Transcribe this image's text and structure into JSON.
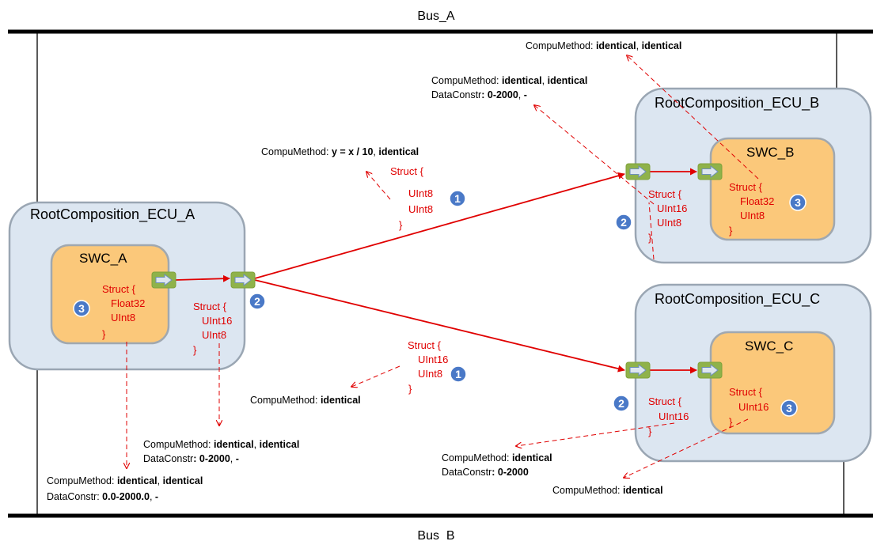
{
  "buses": {
    "top": "Bus_A",
    "bottom": "Bus_B"
  },
  "ecu_a": {
    "title": "RootComposition_ECU_A",
    "swc": {
      "title": "SWC_A",
      "struct": [
        "Struct {",
        "Float32",
        "UInt8",
        "}"
      ],
      "badge": "3"
    },
    "port_struct": [
      "Struct {",
      "UInt16",
      "UInt8",
      "}"
    ],
    "port_badge": "2"
  },
  "ecu_b": {
    "title": "RootComposition_ECU_B",
    "swc": {
      "title": "SWC_B",
      "struct": [
        "Struct {",
        "Float32",
        "UInt8",
        "}"
      ],
      "badge": "3"
    },
    "port_struct": [
      "Struct {",
      "UInt16",
      "UInt8",
      "}"
    ],
    "port_badge": "2"
  },
  "ecu_c": {
    "title": "RootComposition_ECU_C",
    "swc": {
      "title": "SWC_C",
      "struct": [
        "Struct {",
        "UInt16",
        "}"
      ],
      "badge": "3"
    },
    "port_struct": [
      "Struct {",
      "UInt16",
      "}"
    ],
    "port_badge": "2"
  },
  "bus_signals": {
    "to_b": {
      "struct": [
        "Struct {",
        "UInt8",
        "UInt8",
        "}"
      ],
      "badge": "1"
    },
    "to_c": {
      "struct": [
        "Struct {",
        "UInt16",
        "UInt8",
        "}"
      ],
      "badge": "1"
    }
  },
  "annotations": {
    "top_right": {
      "l1_label": "CompuMethod: ",
      "l1_v1": "identical",
      "l1_sep": ", ",
      "l1_v2": "identical"
    },
    "ecu_b_port": {
      "l1_label": "CompuMethod: ",
      "l1_v1": "identical",
      "l1_sep": ", ",
      "l1_v2": "identical",
      "l2_label": "DataConstr",
      "l2_v1": ": 0-2000",
      "l2_sep": ", ",
      "l2_v2": "-"
    },
    "bus_to_b": {
      "l1_label": "CompuMethod: ",
      "l1_v1": "y = x / 10",
      "l1_sep": ", ",
      "l1_v2": "identical"
    },
    "bus_to_c": {
      "l1_label": "CompuMethod: ",
      "l1_v1": "identical"
    },
    "ecu_a_port": {
      "l1_label": "CompuMethod: ",
      "l1_v1": "identical",
      "l1_sep": ", ",
      "l1_v2": "identical",
      "l2_label": "DataConstr",
      "l2_v1": ": 0-2000",
      "l2_sep": ", ",
      "l2_v2": "-"
    },
    "swc_a": {
      "l1_label": "CompuMethod: ",
      "l1_v1": "identical",
      "l1_sep": ", ",
      "l1_v2": "identical",
      "l2_label": "DataConstr: ",
      "l2_v1": "0.0-2000.0",
      "l2_sep": ", ",
      "l2_v2": "-"
    },
    "ecu_c_port": {
      "l1_label": "CompuMethod: ",
      "l1_v1": "identical",
      "l2_label": "DataConstr",
      "l2_v1": ": 0-2000"
    },
    "swc_c": {
      "l1_label": "CompuMethod: ",
      "l1_v1": "identical"
    }
  }
}
